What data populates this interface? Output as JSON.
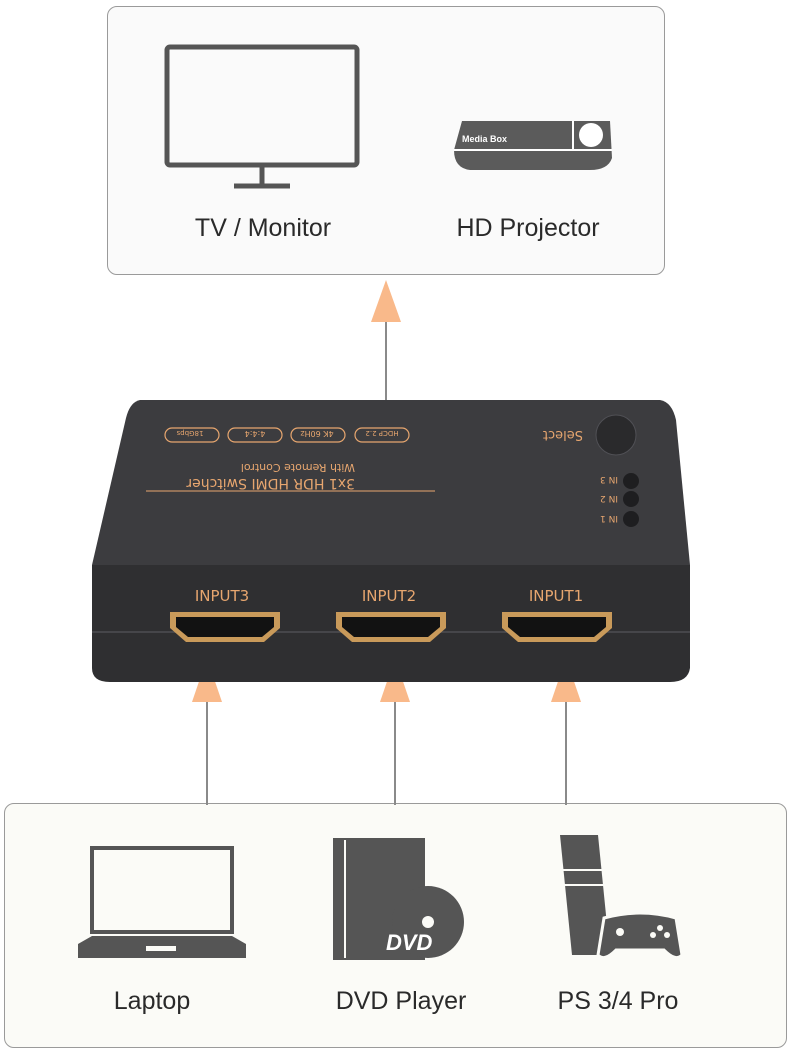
{
  "outputs": [
    {
      "label": "TV / Monitor",
      "icon": "tv-monitor-icon"
    },
    {
      "label": "HD Projector",
      "icon": "projector-icon",
      "logo_text": "Media Box"
    }
  ],
  "switcher": {
    "title": "3x1 HDR HDMI Switcher",
    "subtitle": "With Remote Control",
    "select_label": "Select",
    "badges": [
      "18Gbps",
      "4:4:4",
      "4K 60Hz",
      "HDCP 2.2"
    ],
    "leds": [
      "IN 3",
      "IN 2",
      "IN 1"
    ],
    "ports": [
      "INPUT3",
      "INPUT2",
      "INPUT1"
    ]
  },
  "inputs": [
    {
      "label": "Laptop",
      "icon": "laptop-icon"
    },
    {
      "label": "DVD Player",
      "icon": "dvd-player-icon",
      "logo_text": "DVD"
    },
    {
      "label": "PS 3/4 Pro",
      "icon": "game-console-icon"
    }
  ],
  "colors": {
    "arrow": "#f9b98a",
    "label_gold": "#e7a66f",
    "device": "#3b3b3d"
  }
}
